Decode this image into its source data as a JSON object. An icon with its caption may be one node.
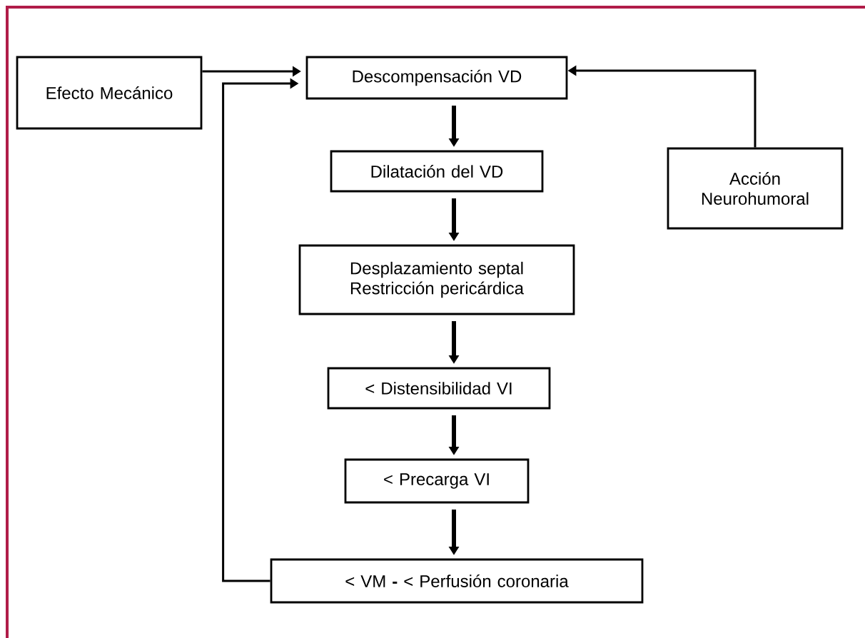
{
  "diagram": {
    "nodes": [
      {
        "text": [
          "Efecto Mecánico"
        ]
      },
      {
        "text": [
          "Descompensación VD"
        ]
      },
      {
        "text": [
          "Acción Neurohumoral"
        ]
      },
      {
        "text": [
          "Dilatación del VD"
        ]
      },
      {
        "text": [
          "Desplazamiento septal Restricción pericárdica"
        ]
      },
      {
        "text": [
          "< Distensibilidad  VI"
        ]
      },
      {
        "text": [
          "< Precarga  VI"
        ]
      },
      {
        "text": [
          "< VM **-** < Perfusión coronaria"
        ]
      }
    ],
    "edges": [
      {
        "from": 0,
        "to": 1,
        "arrow": "to"
      },
      {
        "from": 7,
        "to": 1,
        "arrow": "to"
      },
      {
        "from": 2,
        "to": 1,
        "arrow": "to"
      },
      {
        "from": 1,
        "to": 3,
        "arrow": "to"
      },
      {
        "from": 3,
        "to": 4,
        "arrow": "to"
      },
      {
        "from": 4,
        "to": 5,
        "arrow": "to"
      },
      {
        "from": 5,
        "to": 6,
        "arrow": "to"
      },
      {
        "from": 6,
        "to": 7,
        "arrow": "to"
      }
    ]
  }
}
